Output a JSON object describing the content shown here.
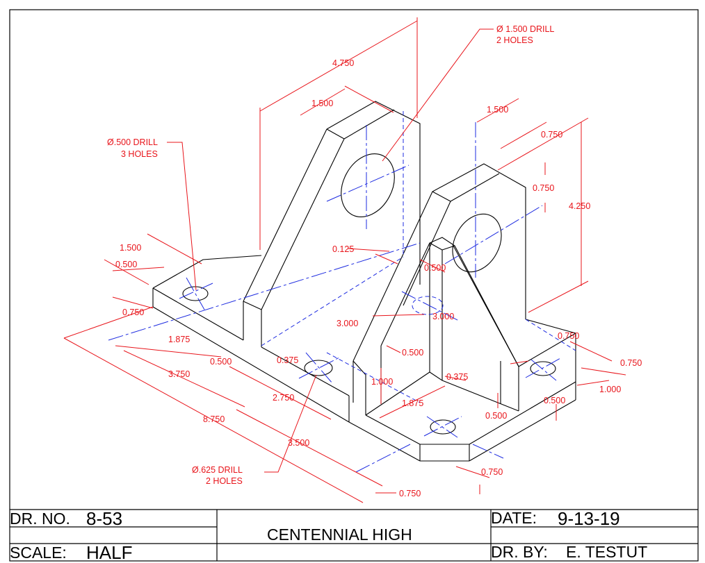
{
  "dimensions": {
    "d4750": "4.750",
    "d1500_top_left": "1.500",
    "d1500_top_right": "1.500",
    "d0750_top_right": "0.750",
    "d0750_right_mid": "0.750",
    "d4250": "4.250",
    "d1500_left": "1.500",
    "d0500_left": "0.500",
    "d0750_left": "0.750",
    "d0125": "0.125",
    "d0500_center": "0.500",
    "d3000_left": "3.000",
    "d3000_right": "3.000",
    "d1875_left": "1.875",
    "d0500_mid": "0.500",
    "d0375_mid": "0.375",
    "d0500_rib": "0.500",
    "d1000_left": "1.000",
    "d0375_right": "0.375",
    "d3750": "3.750",
    "d2750": "2.750",
    "d1875_bottom": "1.875",
    "d8750": "8.750",
    "d3500": "3.500",
    "d0500_bottom": "0.500",
    "d0500_right": "0.500",
    "d0750_right_top": "0.750",
    "d0750_right_side": "0.750",
    "d1000_right": "1.000",
    "d0750_bottom_mid": "0.750",
    "d0750_bottom": "0.750"
  },
  "notes": {
    "drill_large_line1": "Ø 1.500 DRILL",
    "drill_large_line2": "2 HOLES",
    "drill_small_line1": "Ø.500 DRILL",
    "drill_small_line2": "3 HOLES",
    "drill_mid_line1": "Ø.625 DRILL",
    "drill_mid_line2": "2 HOLES"
  },
  "title_block": {
    "dr_no_label": "DR. NO.",
    "dr_no_value": "8-53",
    "scale_label": "SCALE:",
    "scale_value": "HALF",
    "school": "CENTENNIAL HIGH",
    "date_label": "DATE:",
    "date_value": "9-13-19",
    "drawn_by_label": "DR. BY:",
    "drawn_by_value": "E. TESTUT"
  },
  "colors": {
    "object_lines": "#000000",
    "dimension_lines": "#e8141a",
    "center_hidden_lines": "#1d2be0"
  }
}
